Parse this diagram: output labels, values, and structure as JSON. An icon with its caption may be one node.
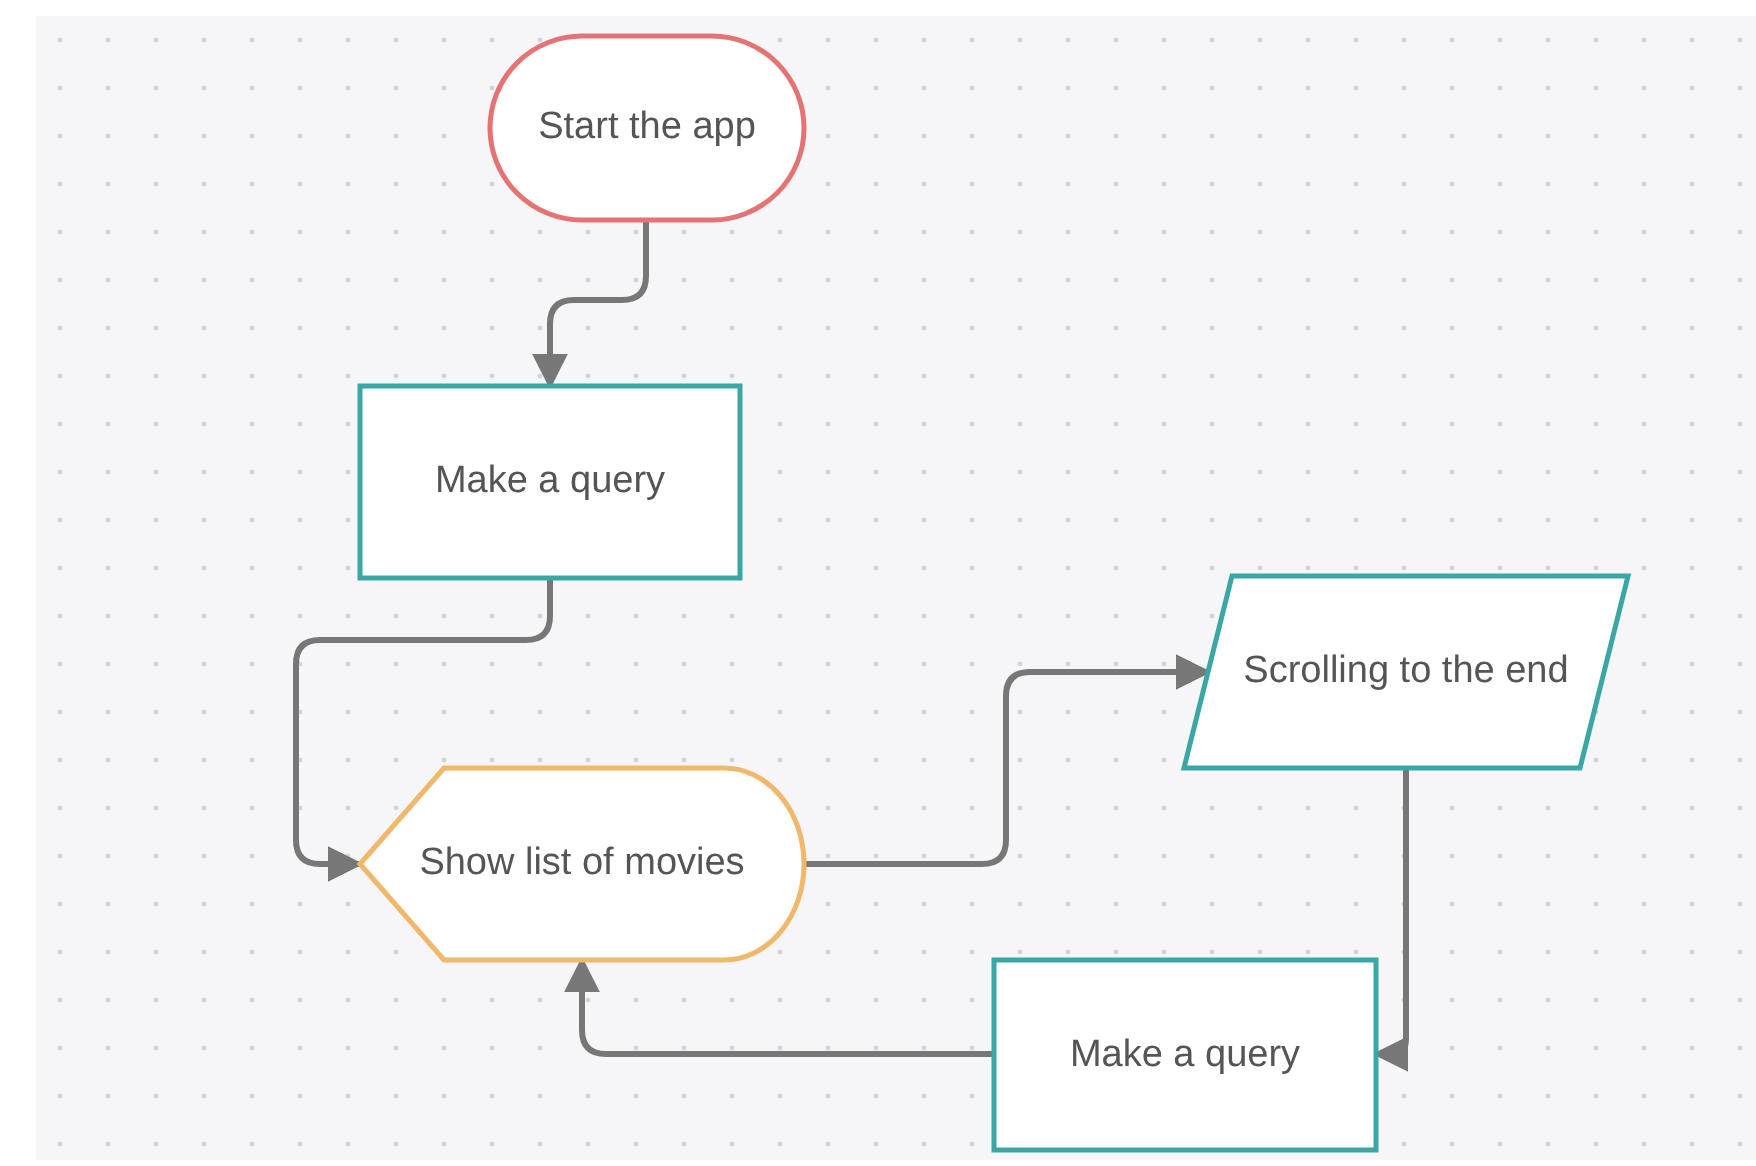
{
  "diagram": {
    "nodes": [
      {
        "text": [
          "Start the app"
        ]
      },
      {
        "text": [
          "Make a query"
        ]
      },
      {
        "text": [
          "Show list of movies"
        ]
      },
      {
        "text": [
          "Scrolling to the end"
        ]
      },
      {
        "text": [
          "Make a query"
        ]
      }
    ],
    "edges": [
      {
        "from": 0,
        "to": 1,
        "arrow": "to"
      },
      {
        "from": 1,
        "to": 2,
        "arrow": "to"
      },
      {
        "from": 2,
        "to": 3,
        "arrow": "to"
      },
      {
        "from": 3,
        "to": 4,
        "arrow": "to"
      },
      {
        "from": 4,
        "to": 2,
        "arrow": "to"
      }
    ]
  }
}
